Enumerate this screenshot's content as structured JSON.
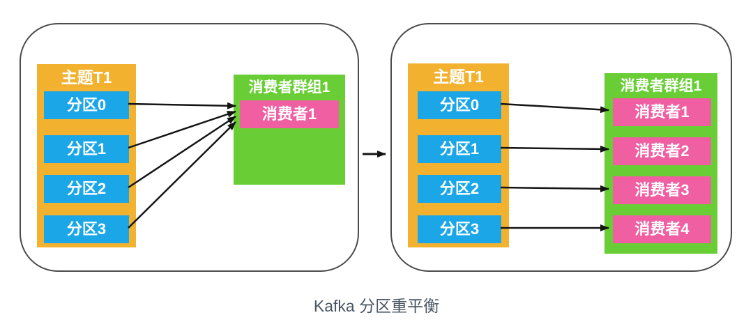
{
  "caption": "Kafka 分区重平衡",
  "colors": {
    "background": "#FFFFFF",
    "topic-bg": "#F2B230",
    "partition-bg": "#1BA6E8",
    "group-bg": "#69CE35",
    "consumer-bg": "#EF5FA2",
    "box-text": "#FFFFFF",
    "arrow": "#141414",
    "panel-border": "#4B4B4B",
    "caption-text": "#4A5662"
  },
  "before": {
    "topic": {
      "title": "主题T1",
      "partitions": [
        "分区0",
        "分区1",
        "分区2",
        "分区3"
      ]
    },
    "group": {
      "title": "消费者群组1",
      "consumers": [
        "消费者1"
      ]
    }
  },
  "after": {
    "topic": {
      "title": "主题T1",
      "partitions": [
        "分区0",
        "分区1",
        "分区2",
        "分区3"
      ]
    },
    "group": {
      "title": "消费者群组1",
      "consumers": [
        "消费者1",
        "消费者2",
        "消费者3",
        "消费者4"
      ]
    }
  }
}
